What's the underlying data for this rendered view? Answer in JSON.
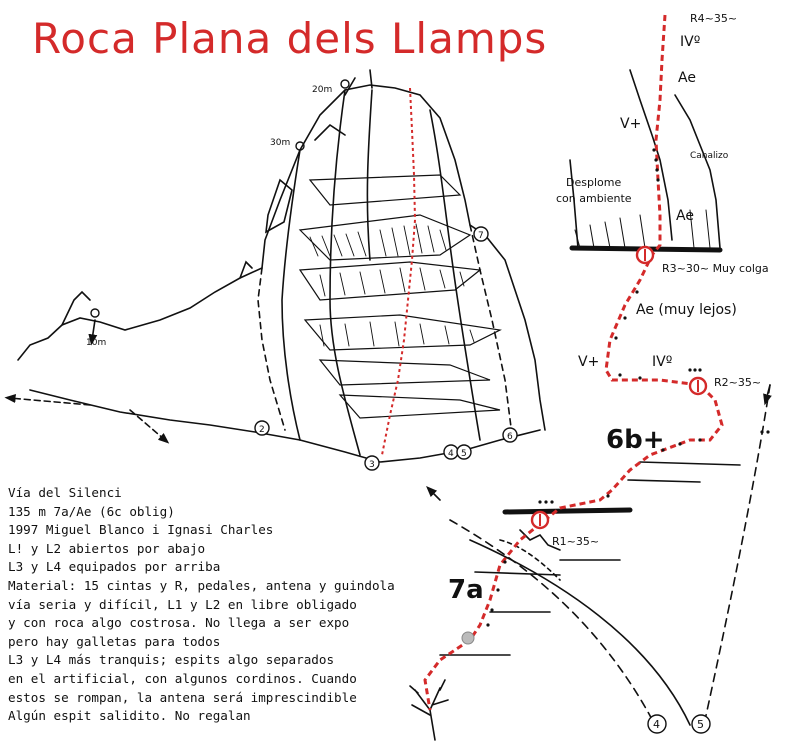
{
  "title": "Roca Plana dels Llamps",
  "colors": {
    "route": "#d42a2a",
    "ink": "#111111",
    "title": "#d42a2a"
  },
  "description_lines": [
    "Vía del Silenci",
    "135 m 7a/Ae (6c oblig)",
    "1997 Miguel Blanco i Ignasi Charles",
    "L! y L2 abiertos por abajo",
    "L3 y L4 equipados por arriba",
    "Material: 15 cintas y R, pedales, antena y guindola",
    "vía seria y difícil, L1 y L2 en libre obligado",
    "y con roca algo costrosa. No llega a ser expo",
    "pero hay galletas para todos",
    "L3 y L4 más tranquis; espits algo separados",
    "en el artificial, con algunos cordinos. Cuando",
    "estos se rompan, la antena será imprescindible",
    "Algún espit salidito. No regalan"
  ],
  "overview": {
    "height_labels": {
      "h20": "20m",
      "h30": "30m",
      "h10": "10m"
    },
    "route_numbers": {
      "r2": "2",
      "r3": "3",
      "r4": "4",
      "r5": "5",
      "r6": "6",
      "r7": "7"
    }
  },
  "topo": {
    "grades": {
      "g_top": "IVº",
      "ae_top": "Ae",
      "v_plus_top": "V+",
      "ae_mid": "Ae",
      "ae_lejos": "Ae (muy lejos)",
      "v_plus_low": "V+",
      "iv_low": "IVº",
      "g6b": "6b+",
      "g7a": "7a"
    },
    "belays": {
      "r4": "R4~35~",
      "r3": "R3~30~ Muy colga",
      "r2": "R2~35~",
      "r1": "R1~35~"
    },
    "annotations": {
      "desplome1": "Desplome",
      "desplome2": "con ambiente",
      "canalizo": "Canalizo"
    },
    "bottom_numbers": {
      "n4": "4",
      "n5": "5"
    }
  }
}
